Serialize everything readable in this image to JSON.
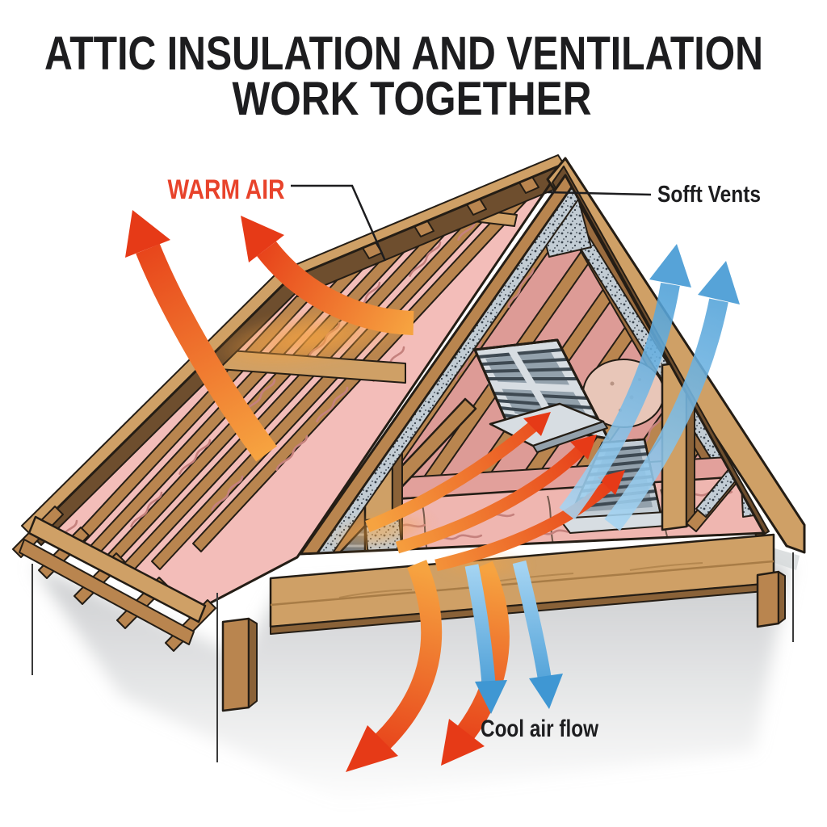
{
  "title": {
    "line1": "ATTIC INSULATION AND VENTILATION",
    "line2": "WORK TOGETHER"
  },
  "labels": {
    "warm_air": "WARM AIR",
    "soffit_vents": "Sofft Vents",
    "cool_air_flow": "Cool air flow"
  },
  "colors": {
    "ink": "#1d1d1f",
    "warm_label": "#e8432b",
    "warm_tail": "#f6a340",
    "warm_head": "#e63a17",
    "cool_tail": "#a5d4f2",
    "cool_head": "#3f97d3",
    "insulation_light": "#f3bdb9",
    "insulation_mid": "#e2a09b",
    "insulation_dark": "#c5817d",
    "insulation_wall": "#dd9b96",
    "insulation_floor": "#efb6b0",
    "wood_light": "#cfa066",
    "wood_mid": "#b9854f",
    "wood_dark": "#8a6238",
    "wood_inner": "#9a6c3f",
    "deck_brown": "#6e4e2e",
    "metal_light": "#d7dde2",
    "metal_mid": "#c2ccd4",
    "metal_dark": "#93a1ac",
    "slat_dark": "#3e4952",
    "outline": "#241d15",
    "wall_shadow": "#c7c9cb",
    "background": "#ffffff"
  }
}
